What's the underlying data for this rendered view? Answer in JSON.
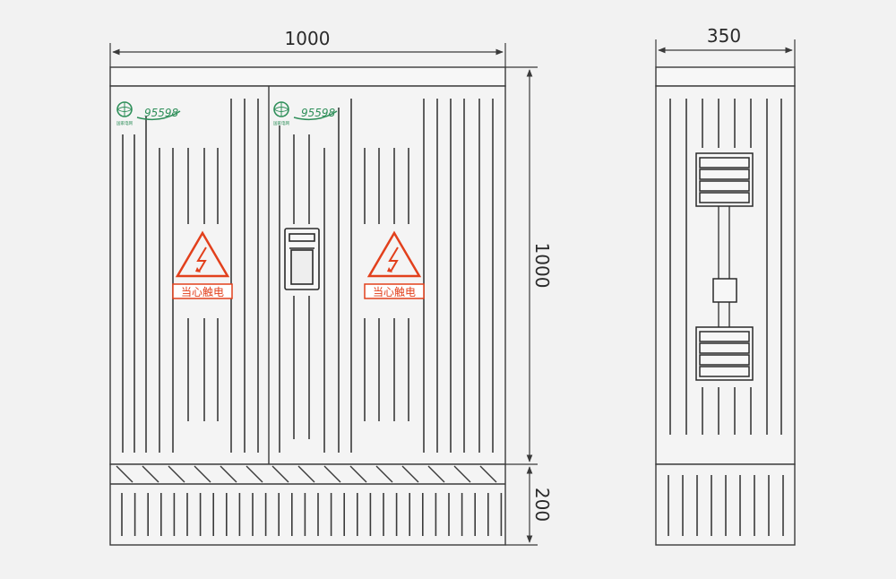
{
  "dimensions": {
    "front_width": "1000",
    "side_width": "350",
    "cabinet_height": "1000",
    "base_height": "200"
  },
  "warning_sign": {
    "label": "当心触电"
  },
  "logo": {
    "hotline": "95598",
    "brand_caption": "国家电网"
  },
  "colors": {
    "background": "#f2f2f2",
    "line": "#3a3a3a",
    "warning_red": "#e2401c",
    "logo_green": "#2f8f5a"
  }
}
